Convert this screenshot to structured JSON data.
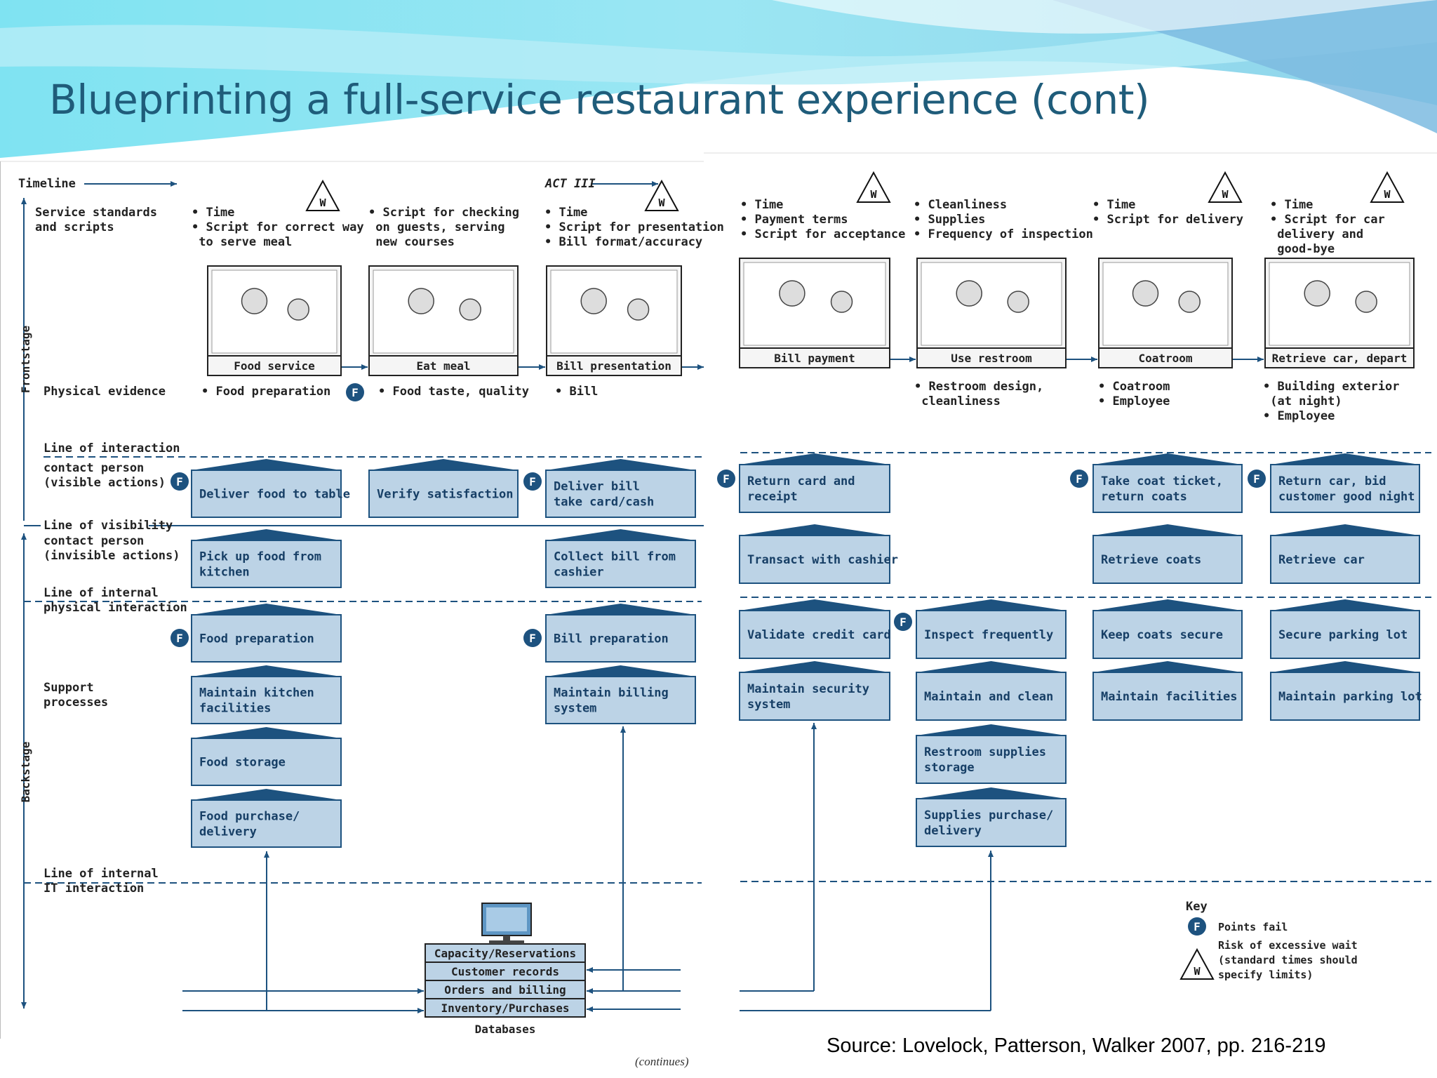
{
  "title": "Blueprinting a full-service restaurant experience (cont)",
  "source": "Source: Lovelock, Patterson, Walker 2007, pp. 216-219",
  "continues": "(continues)",
  "colors": {
    "title": "#1f5c7a",
    "box_fill": "#bcd3e6",
    "box_roof": "#1d527f",
    "box_text": "#173f66",
    "line": "#1d527f"
  },
  "left_labels": {
    "timeline": "Timeline",
    "service_standards": [
      "Service standards",
      "and scripts"
    ],
    "physical_evidence": "Physical evidence",
    "line_of_interaction": "Line of interaction",
    "contact_visible": [
      "contact person",
      "(visible actions)"
    ],
    "line_of_visibility": "Line of visibility",
    "contact_invisible": [
      "contact person",
      "(invisible actions)"
    ],
    "line_internal_physical": [
      "Line of internal",
      "physical interaction"
    ],
    "support_processes": [
      "Support",
      "processes"
    ],
    "line_internal_it": [
      "Line of internal",
      "IT interaction"
    ],
    "frontstage": "Frontstage",
    "backstage": "Backstage",
    "act": "ACT III"
  },
  "standards": [
    [
      "• Time",
      "• Script for correct way",
      "  to serve meal"
    ],
    [
      "• Script for checking",
      "  on guests, serving",
      "  new courses"
    ],
    [
      "• Time",
      "• Script for presentation",
      "• Bill format/accuracy"
    ],
    [
      "• Time",
      "• Payment terms",
      "• Script for acceptance"
    ],
    [
      "• Cleanliness",
      "• Supplies",
      "• Frequency of inspection"
    ],
    [
      "• Time",
      "• Script for delivery"
    ],
    [
      "• Time",
      "• Script for car",
      "  delivery and",
      "  good-bye"
    ]
  ],
  "scenes": [
    "Food service",
    "Eat meal",
    "Bill presentation",
    "Bill payment",
    "Use restroom",
    "Coatroom",
    "Retrieve car, depart"
  ],
  "evidence": [
    [
      "• Food preparation"
    ],
    [
      "• Food taste, quality"
    ],
    [
      "• Bill"
    ],
    [
      "• Restroom design,",
      "  cleanliness"
    ],
    [
      "• Coatroom",
      "• Employee"
    ],
    [
      "• Building exterior",
      "  (at night)",
      "• Employee"
    ]
  ],
  "visible_actions": [
    [
      "Deliver food to table"
    ],
    [
      "Verify satisfaction"
    ],
    [
      "Deliver bill",
      "take card/cash"
    ],
    [
      "Return card and",
      "receipt"
    ],
    [
      "Take coat ticket,",
      "return coats"
    ],
    [
      "Return car, bid",
      "customer good night"
    ]
  ],
  "invisible_actions": [
    [
      "Pick up food from",
      "kitchen"
    ],
    [
      "Collect bill from",
      "cashier"
    ],
    [
      "Transact with cashier"
    ],
    [
      "Retrieve coats"
    ],
    [
      "Retrieve car"
    ]
  ],
  "support": [
    [
      "Food preparation"
    ],
    [
      "Maintain kitchen",
      "facilities"
    ],
    [
      "Food storage"
    ],
    [
      "Food purchase/",
      "delivery"
    ],
    [
      "Bill preparation"
    ],
    [
      "Maintain billing",
      "system"
    ],
    [
      "Validate credit card"
    ],
    [
      "Maintain security",
      "system"
    ],
    [
      "Inspect frequently"
    ],
    [
      "Maintain and clean"
    ],
    [
      "Restroom supplies",
      "storage"
    ],
    [
      "Supplies purchase/",
      "delivery"
    ],
    [
      "Keep coats secure"
    ],
    [
      "Maintain facilities"
    ],
    [
      "Secure parking lot"
    ],
    [
      "Maintain parking lot"
    ]
  ],
  "databases": {
    "items": [
      "Capacity/Reservations",
      "Customer records",
      "Orders and billing",
      "Inventory/Purchases"
    ],
    "label": "Databases"
  },
  "key": {
    "title": "Key",
    "fail": "Points fail",
    "wait": [
      "Risk of excessive wait",
      "(standard times should",
      "specify limits)"
    ]
  },
  "icons": {
    "fail_marker": "F",
    "wait_marker": "W"
  }
}
